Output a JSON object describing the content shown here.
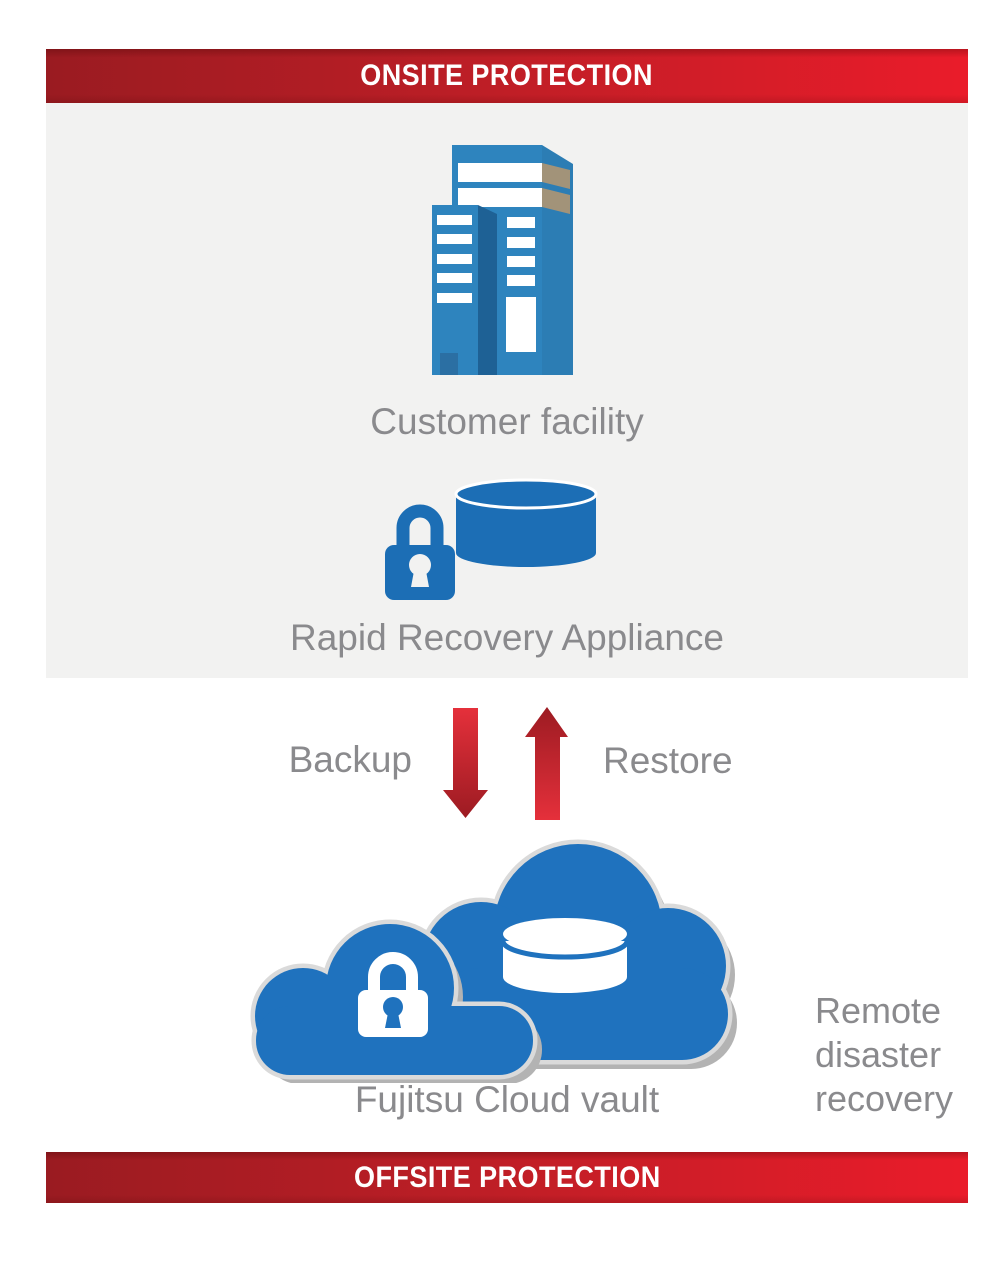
{
  "banners": {
    "onsite": "ONSITE PROTECTION",
    "offsite": "OFFSITE PROTECTION"
  },
  "onsite": {
    "facility_label": "Customer facility",
    "appliance_label": "Rapid Recovery Appliance"
  },
  "flows": {
    "backup": "Backup",
    "restore": "Restore"
  },
  "offsite": {
    "vault_label": "Fujitsu Cloud vault",
    "remote_label": "Remote disaster recovery"
  },
  "icons": {
    "building": "office-building-icon",
    "appliance": "padlock-and-disk-icon",
    "backup_arrow": "arrow-down-icon",
    "restore_arrow": "arrow-up-icon",
    "cloud_vault": "clouds-with-padlock-and-disk-icon"
  },
  "colors": {
    "banner_red_dark": "#9A1B21",
    "banner_red_bright": "#EA1C2A",
    "panel_gray": "#F2F2F1",
    "text_gray": "#8A8A8D",
    "building_blue": "#2E84BE",
    "building_side_blue": "#2C7DB4",
    "building_accent_tan": "#A29379",
    "icon_blue": "#1C6EB5",
    "cloud_blue": "#1F72BE",
    "cloud_silver": "#DADADA",
    "arrow_red_bright": "#E5303B",
    "arrow_red_dark": "#9C1B22"
  }
}
